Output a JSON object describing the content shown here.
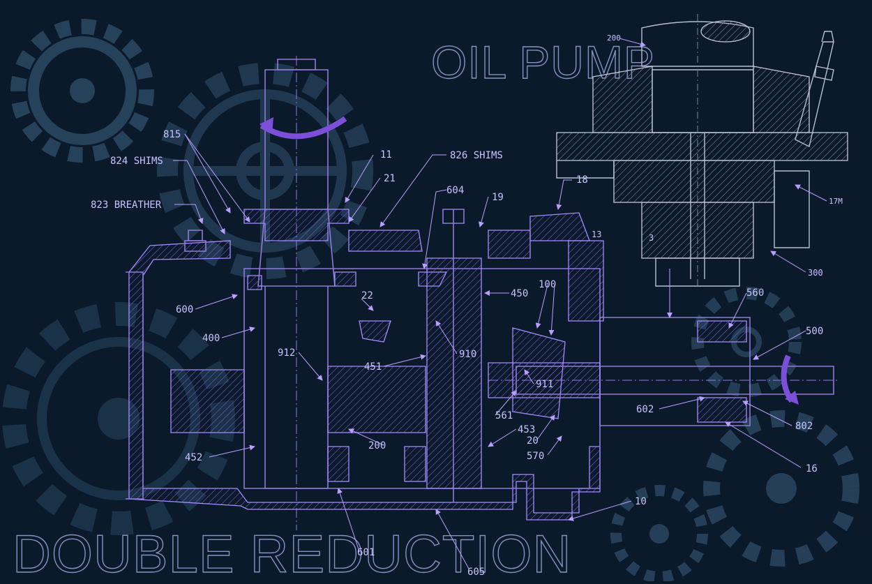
{
  "titles": {
    "top": "OIL PUMP",
    "bottom": "DOUBLE REDUCTION"
  },
  "colors": {
    "background": "#0b1a2b",
    "drawing": "#8f7ad8",
    "labels": "#c8c4ff",
    "pump": "#b9bfd4",
    "arrow": "#7b4fd8",
    "gears": "#2e4a63"
  },
  "labels": {
    "l815": "815",
    "l824": "824 SHIMS",
    "l823": "823 BREATHER",
    "l11": "11",
    "l21": "21",
    "l826": "826 SHIMS",
    "l604": "604",
    "l19": "19",
    "l18": "18",
    "l600": "600",
    "l400": "400",
    "l22": "22",
    "l451": "451",
    "l912": "912",
    "l910": "910",
    "l450": "450",
    "l100": "100",
    "l911": "911",
    "l561": "561",
    "l453": "453",
    "l20": "20",
    "l570": "570",
    "l200": "200",
    "l452": "452",
    "l601": "601",
    "l605": "605",
    "l10": "10",
    "l602": "602",
    "l802": "802",
    "l16": "16",
    "l560": "560",
    "l500": "500",
    "l300": "300",
    "l17m": "17M",
    "l200p": "200",
    "l13": "13",
    "l3": "3"
  }
}
